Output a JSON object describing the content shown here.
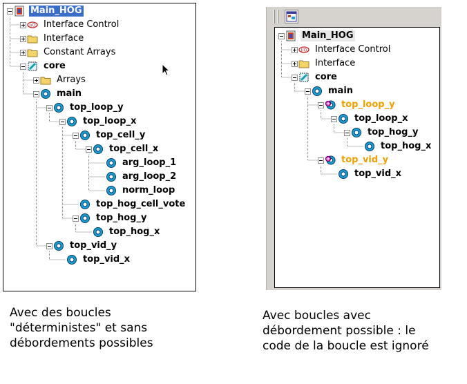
{
  "left_tree": {
    "nodes": [
      {
        "label": "Main_HOG",
        "icon": "module-icon",
        "depth": 0,
        "style": "selected",
        "exp": "minus"
      },
      {
        "label": "Interface Control",
        "icon": "io-icon",
        "depth": 1,
        "style": "normal",
        "exp": "plus"
      },
      {
        "label": "Interface",
        "icon": "folder-icon",
        "depth": 1,
        "style": "normal",
        "exp": "plus"
      },
      {
        "label": "Constant Arrays",
        "icon": "folder-icon",
        "depth": 1,
        "style": "normal",
        "exp": "plus"
      },
      {
        "label": "core",
        "icon": "core-icon",
        "depth": 1,
        "style": "bold",
        "exp": "minus"
      },
      {
        "label": "Arrays",
        "icon": "folder-icon",
        "depth": 2,
        "style": "normal",
        "exp": "plus"
      },
      {
        "label": "main",
        "icon": "loop-icon",
        "depth": 2,
        "style": "bold",
        "exp": "minus"
      },
      {
        "label": "top_loop_y",
        "icon": "loop-icon",
        "depth": 3,
        "style": "bold",
        "exp": "minus"
      },
      {
        "label": "top_loop_x",
        "icon": "loop-icon",
        "depth": 4,
        "style": "bold",
        "exp": "minus"
      },
      {
        "label": "top_cell_y",
        "icon": "loop-icon",
        "depth": 5,
        "style": "bold",
        "exp": "minus"
      },
      {
        "label": "top_cell_x",
        "icon": "loop-icon",
        "depth": 6,
        "style": "bold",
        "exp": "minus"
      },
      {
        "label": "arg_loop_1",
        "icon": "loop-icon",
        "depth": 7,
        "style": "bold",
        "exp": "none"
      },
      {
        "label": "arg_loop_2",
        "icon": "loop-icon",
        "depth": 7,
        "style": "bold",
        "exp": "none"
      },
      {
        "label": "norm_loop",
        "icon": "loop-icon",
        "depth": 7,
        "style": "bold",
        "exp": "none"
      },
      {
        "label": "top_hog_cell_vote",
        "icon": "loop-icon",
        "depth": 5,
        "style": "bold",
        "exp": "none"
      },
      {
        "label": "top_hog_y",
        "icon": "loop-icon",
        "depth": 5,
        "style": "bold",
        "exp": "minus"
      },
      {
        "label": "top_hog_x",
        "icon": "loop-icon",
        "depth": 6,
        "style": "bold",
        "exp": "none"
      },
      {
        "label": "top_vid_y",
        "icon": "loop-icon",
        "depth": 3,
        "style": "bold",
        "exp": "minus"
      },
      {
        "label": "top_vid_x",
        "icon": "loop-icon",
        "depth": 4,
        "style": "bold",
        "exp": "none"
      }
    ]
  },
  "right_tree": {
    "toolbar_button_icon": "tree-view-icon",
    "nodes": [
      {
        "label": "Main_HOG",
        "icon": "module-icon",
        "depth": 0,
        "style": "bold-gray",
        "exp": "minus"
      },
      {
        "label": "Interface Control",
        "icon": "io-icon",
        "depth": 1,
        "style": "normal",
        "exp": "plus"
      },
      {
        "label": "Interface",
        "icon": "folder-icon",
        "depth": 1,
        "style": "normal",
        "exp": "plus"
      },
      {
        "label": "core",
        "icon": "core-icon",
        "depth": 1,
        "style": "bold",
        "exp": "minus"
      },
      {
        "label": "main",
        "icon": "loop-icon",
        "depth": 2,
        "style": "bold",
        "exp": "minus"
      },
      {
        "label": "top_loop_y",
        "icon": "ignored-loop-icon",
        "depth": 3,
        "style": "orange",
        "exp": "minus"
      },
      {
        "label": "top_loop_x",
        "icon": "loop-icon",
        "depth": 4,
        "style": "bold",
        "exp": "minus"
      },
      {
        "label": "top_hog_y",
        "icon": "loop-icon",
        "depth": 5,
        "style": "bold",
        "exp": "minus"
      },
      {
        "label": "top_hog_x",
        "icon": "loop-icon",
        "depth": 6,
        "style": "bold",
        "exp": "none"
      },
      {
        "label": "top_vid_y",
        "icon": "ignored-loop-icon",
        "depth": 3,
        "style": "orange",
        "exp": "minus"
      },
      {
        "label": "top_vid_x",
        "icon": "loop-icon",
        "depth": 4,
        "style": "bold",
        "exp": "none"
      }
    ]
  },
  "captions": {
    "left": "Avec des boucles\n\"déterministes\" et sans\ndébordements possibles",
    "right": "Avec boucles avec\ndébordement possible : le\ncode de la boucle est ignoré"
  },
  "colors": {
    "selection": "#3a6ec8",
    "ignored_loop_text": "#f0a000",
    "loop_icon": "#1aa0d8",
    "folder_icon": "#f5d36b",
    "module_icon": "#d04020",
    "core_icon": "#10a0b0"
  }
}
